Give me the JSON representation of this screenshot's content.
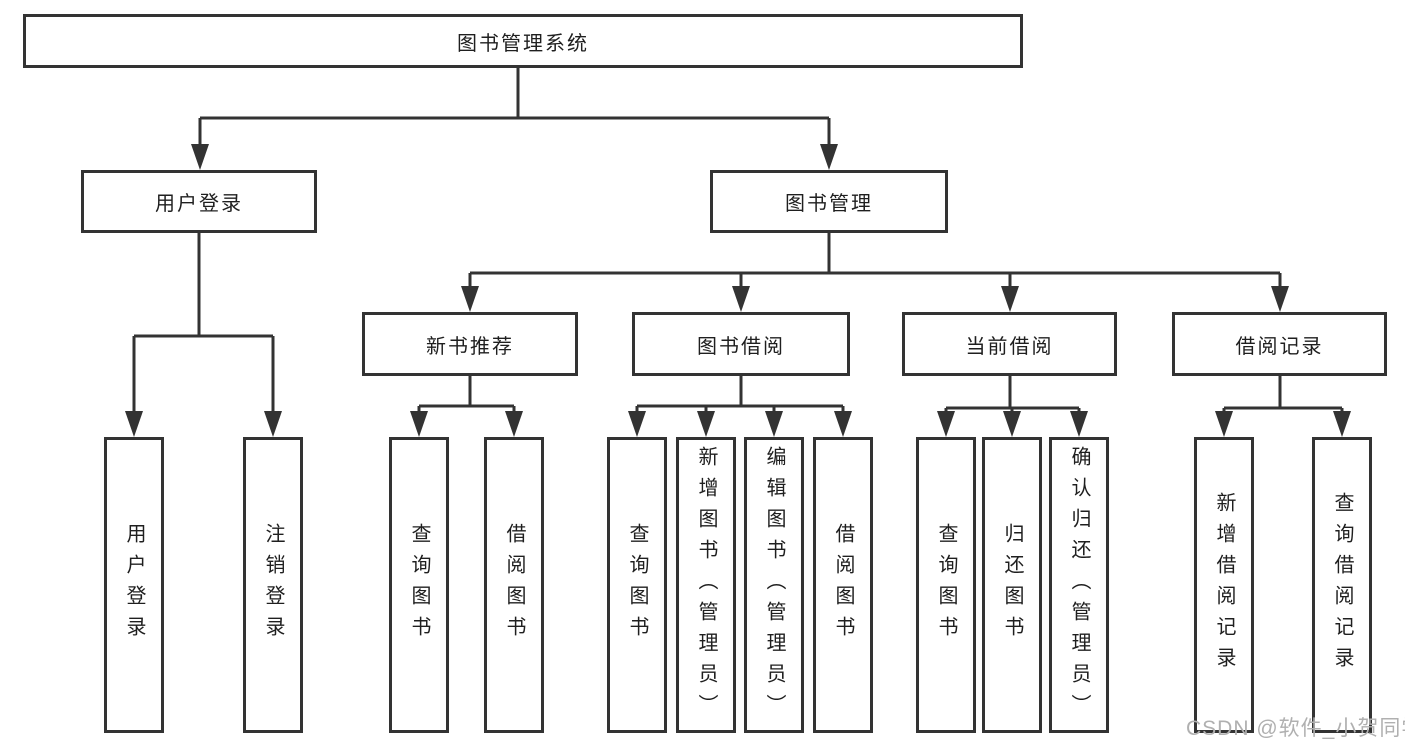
{
  "colors": {
    "line": "#333333",
    "text": "#1f1f1f",
    "background": "#ffffff",
    "watermark": "#b0b0b0"
  },
  "tree": {
    "root": {
      "label": "图书管理系统"
    },
    "branches": [
      {
        "label": "用户登录",
        "children": [
          {
            "label": "用户登录"
          },
          {
            "label": "注销登录"
          }
        ]
      },
      {
        "label": "图书管理",
        "children": [
          {
            "label": "新书推荐",
            "children": [
              {
                "label": "查询图书"
              },
              {
                "label": "借阅图书"
              }
            ]
          },
          {
            "label": "图书借阅",
            "children": [
              {
                "label": "查询图书"
              },
              {
                "label": "新增图书（管理员）"
              },
              {
                "label": "编辑图书（管理员）"
              },
              {
                "label": "借阅图书"
              }
            ]
          },
          {
            "label": "当前借阅",
            "children": [
              {
                "label": "查询图书"
              },
              {
                "label": "归还图书"
              },
              {
                "label": "确认归还（管理员）"
              }
            ]
          },
          {
            "label": "借阅记录",
            "children": [
              {
                "label": "新增借阅记录"
              },
              {
                "label": "查询借阅记录"
              }
            ]
          }
        ]
      }
    ]
  },
  "watermark": {
    "text": "CSDN @软件_小贺同学"
  }
}
